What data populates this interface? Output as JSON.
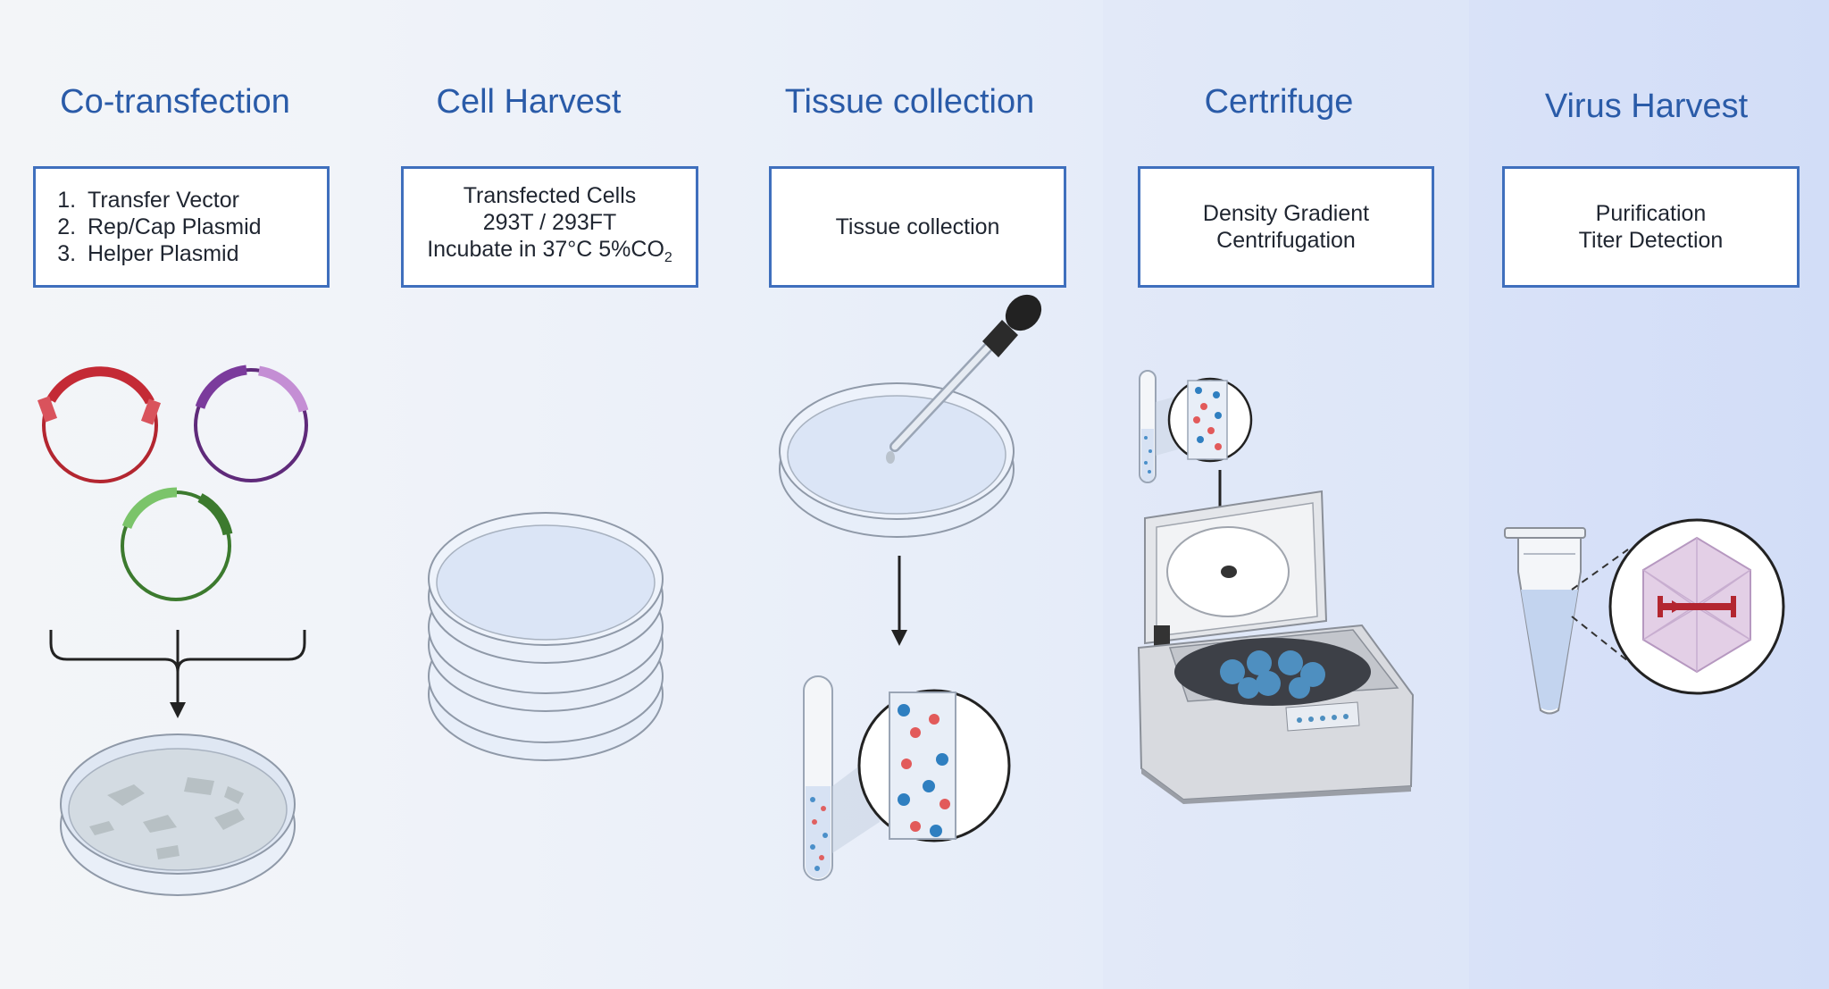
{
  "colors": {
    "title_blue": "#2a5ba8",
    "box_border": "#3f6fbd",
    "plasmid_red": "#b32630",
    "plasmid_purple": "#5f2a7a",
    "plasmid_green": "#3c7a2e"
  },
  "steps": [
    {
      "title": "Co-transfection",
      "items": [
        "Transfer Vector",
        "Rep/Cap Plasmid",
        "Helper Plasmid"
      ]
    },
    {
      "title": "Cell Harvest",
      "lines": [
        "Transfected  Cells",
        "293T / 293FT",
        "Incubate in 37°C 5%CO"
      ],
      "subscript": "2"
    },
    {
      "title": "Tissue collection",
      "lines": [
        "Tissue collection"
      ]
    },
    {
      "title": "Certrifuge",
      "lines": [
        "Density Gradient",
        "Centrifugation"
      ]
    },
    {
      "title": "Virus Harvest",
      "lines": [
        "Purification",
        "Titer Detection"
      ]
    }
  ]
}
